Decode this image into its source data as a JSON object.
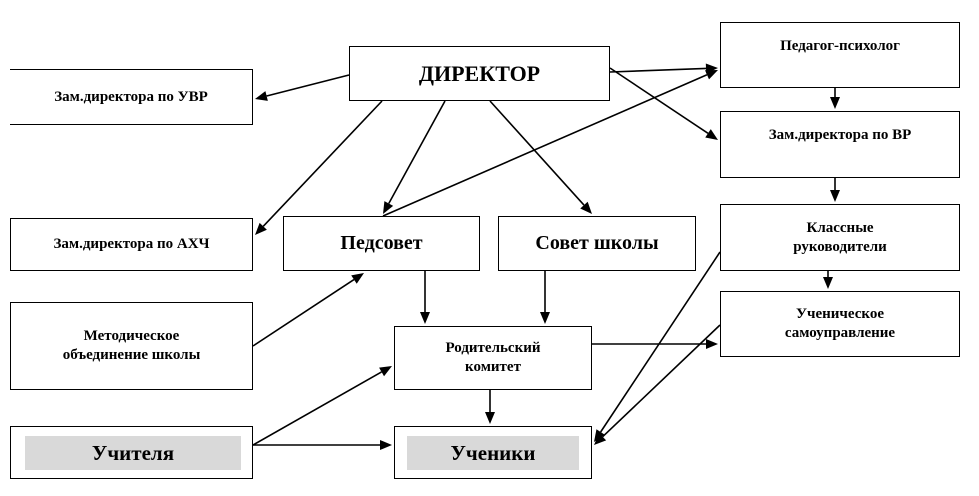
{
  "nodes": {
    "director": "ДИРЕКТОР",
    "deputy_uvr": "Зам.директора по УВР",
    "deputy_ahch": "Зам.директора по АХЧ",
    "method_association": "Методическое объединение школы",
    "teachers": "Учителя",
    "pedsovet": "Педсовет",
    "school_council": "Совет школы",
    "parent_committee": "Родительский комитет",
    "students": "Ученики",
    "psychologist": "Педагог-психолог",
    "deputy_vr": "Зам.директора по ВР",
    "class_teachers": "Классные руководители",
    "student_government": "Ученическое самоуправление"
  },
  "edges": [
    {
      "from": "director",
      "to": "deputy_uvr"
    },
    {
      "from": "director",
      "to": "deputy_ahch"
    },
    {
      "from": "director",
      "to": "pedsovet"
    },
    {
      "from": "director",
      "to": "school_council"
    },
    {
      "from": "director",
      "to": "psychologist"
    },
    {
      "from": "director",
      "to": "deputy_vr"
    },
    {
      "from": "pedsovet",
      "to": "psychologist"
    },
    {
      "from": "psychologist",
      "to": "deputy_vr"
    },
    {
      "from": "deputy_vr",
      "to": "class_teachers"
    },
    {
      "from": "class_teachers",
      "to": "student_government"
    },
    {
      "from": "method_association",
      "to": "pedsovet"
    },
    {
      "from": "pedsovet",
      "to": "parent_committee"
    },
    {
      "from": "school_council",
      "to": "parent_committee"
    },
    {
      "from": "parent_committee",
      "to": "student_government"
    },
    {
      "from": "parent_committee",
      "to": "students"
    },
    {
      "from": "teachers",
      "to": "parent_committee"
    },
    {
      "from": "teachers",
      "to": "students"
    },
    {
      "from": "class_teachers",
      "to": "students"
    },
    {
      "from": "student_government",
      "to": "students"
    }
  ]
}
